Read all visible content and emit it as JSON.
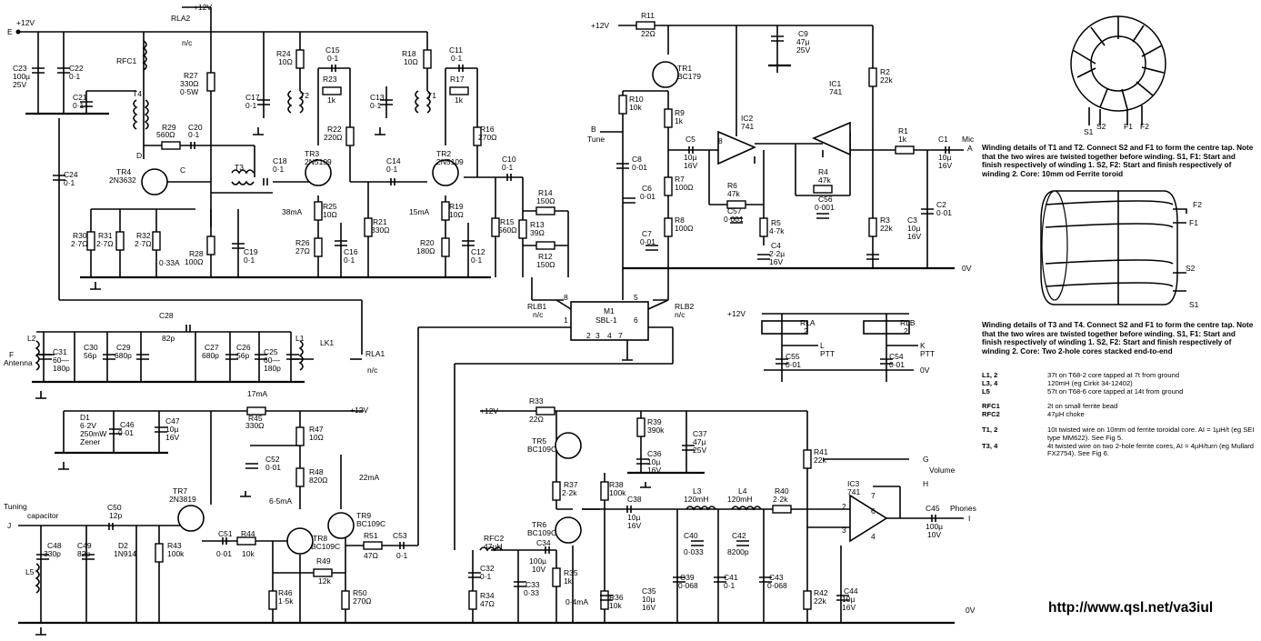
{
  "notes": {
    "fig5_caption": "Winding details of T1 and T2. Connect S2 and F1 to form the centre tap. Note that the two wires are twisted together before winding. S1, F1: Start and finish respectively of winding 1. S2, F2: Start and finish respectively of winding 2. Core: 10mm od Ferrite toroid",
    "fig6_caption": "Winding details of T3 and T4. Connect S2 and F1 to form the centre tap. Note that the two wires are twisted together before winding. S1, F1: Start and finish respectively of winding 1. S2, F2: Start and finish respectively of winding 2. Core: Two 2-hole cores stacked end-to-end",
    "toroid_pins": [
      "S1",
      "S2",
      "F1",
      "F2"
    ],
    "binocular_pins": [
      "F2",
      "F1",
      "S2",
      "S1"
    ]
  },
  "parts": [
    {
      "ref": "L1, 2",
      "desc": "37t on T68-2 core tapped at 7t from ground"
    },
    {
      "ref": "L3, 4",
      "desc": "120mH (eg Cirkit 34-12402)"
    },
    {
      "ref": "L5",
      "desc": "57t on T68-6 core tapped at 14t from ground"
    },
    {
      "ref": "RFC1",
      "desc": "2t on small ferrite bead"
    },
    {
      "ref": "RFC2",
      "desc": "47µH choke"
    },
    {
      "ref": "T1, 2",
      "desc": "10t twisted wire on 10mm od ferrite toroidal core. AI = 1µH/t (eg SEI type MM622). See Fig 5."
    },
    {
      "ref": "T3, 4",
      "desc": "4t twisted wire on two 2-hole ferrite cores, AI = 4µH/turn (eg Mullard FX2754). See Fig 6."
    }
  ],
  "url": "http://www.qsl.net/va3iul",
  "labels": {
    "e12": "E",
    "plus12_e": "+12V",
    "c23": "C23",
    "c23v": "100µ",
    "c23r": "25V",
    "c22": "C22",
    "c22v": "0·1",
    "c21": "C21",
    "c21v": "0·1",
    "rfc1": "RFC1",
    "rla2": "RLA2",
    "nc1": "n/c",
    "plus12_top": "+12V",
    "t4": "T4",
    "r29": "R29",
    "r29v": "560Ω",
    "c20": "C20",
    "c20v": "0·1",
    "r27": "R27",
    "r27v": "330Ω",
    "r27w": "0·5W",
    "d": "D",
    "c": "C",
    "tr4": "TR4",
    "tr4t": "2N3632",
    "c24": "C24",
    "c24v": "0·1",
    "t3": "T3",
    "r30": "R30",
    "r30v": "2·7Ω",
    "r31": "R31",
    "r31v": "2·7Ω",
    "r32": "R32",
    "r32v": "2·7Ω",
    "i033": "0·33A",
    "r28": "R28",
    "r28v": "100Ω",
    "c19": "C19",
    "c19v": "0·1",
    "r24": "R24",
    "r24v": "10Ω",
    "c17": "C17",
    "c17v": "0·1",
    "t2": "T2",
    "c15": "C15",
    "c15v": "0·1",
    "r23": "R23",
    "r23v": "1k",
    "r22": "R22",
    "r22v": "220Ω",
    "c18": "C18",
    "c18v": "0·1",
    "tr3": "TR3",
    "tr3t": "2N5109",
    "i38": "38mA",
    "r25": "R25",
    "r25v": "10Ω",
    "r26": "R26",
    "r26v": "27Ω",
    "c16": "C16",
    "c16v": "0·1",
    "c14": "C14",
    "c14v": "0·1",
    "r21": "R21",
    "r21v": "330Ω",
    "r18": "R18",
    "r18v": "10Ω",
    "c13": "C13",
    "c13v": "0·1",
    "t1": "T1",
    "c11": "C11",
    "c11v": "0·1",
    "r17": "R17",
    "r17v": "1k",
    "r16": "R16",
    "r16v": "270Ω",
    "tr2": "TR2",
    "tr2t": "2N5109",
    "i15": "15mA",
    "r19": "R19",
    "r19v": "10Ω",
    "r20": "R20",
    "r20v": "180Ω",
    "c12": "C12",
    "c12v": "0·1",
    "c10": "C10",
    "c10v": "0·1",
    "r15": "R15",
    "r15v": "560Ω",
    "r14": "R14",
    "r14v": "150Ω",
    "r13": "R13",
    "r13v": "39Ω",
    "r12": "R12",
    "r12v": "150Ω",
    "plus12_r11": "+12V",
    "r11": "R11",
    "r11v": "22Ω",
    "c9": "C9",
    "c9v": "47µ",
    "c9r": "25V",
    "tr1": "TR1",
    "tr1t": "BC179",
    "r10": "R10",
    "r10v": "10k",
    "b": "B",
    "tune": "Tune",
    "r9": "R9",
    "r9v": "1k",
    "c5": "C5",
    "c5v": "10µ",
    "c5r": "16V",
    "ic2": "IC2",
    "ic2t": "741",
    "ic1": "IC1",
    "ic1t": "741",
    "r2": "R2",
    "r2v": "22k",
    "r1": "R1",
    "r1v": "1k",
    "c1": "C1",
    "c1v": "10µ",
    "c1r": "16V",
    "mic": "Mic",
    "mic_a": "A",
    "c8": "C8",
    "c8v": "0·01",
    "r7": "R7",
    "r7v": "100Ω",
    "r6": "R6",
    "r6v": "47k",
    "c57": "C57",
    "c57v": "0·001",
    "r5": "R5",
    "r5v": "4·7k",
    "r4": "R4",
    "r4v": "47k",
    "c56": "C56",
    "c56v": "0·001",
    "c2": "C2",
    "c2v": "0·01",
    "c6": "C6",
    "c6v": "0·01",
    "c7": "C7",
    "c7v": "0·01",
    "r8": "R8",
    "r8v": "100Ω",
    "c4": "C4",
    "c4v": "2·2µ",
    "c4r": "16V",
    "r3": "R3",
    "r3v": "22k",
    "c3": "C3",
    "c3v": "10µ",
    "c3r": "16V",
    "ov1": "0V",
    "rlb1": "RLB1",
    "nc2": "n/c",
    "m1": "M1",
    "m1t": "SBL-1",
    "p8": "8",
    "p5": "5",
    "p1": "1",
    "p6": "6",
    "p2": "2",
    "p3": "3",
    "p4": "4",
    "p7": "7",
    "rlb2": "RLB2",
    "nc3": "n/c",
    "plus12_rl": "+12V",
    "rla": "RLA",
    "rla2v": "2",
    "rlb": "RLB",
    "rlb2v": "2",
    "c55": "C55",
    "c55v": "0·01",
    "l_ptt": "L",
    "ptt1": "PTT",
    "c54": "C54",
    "c54v": "0·01",
    "k_ptt": "K",
    "ptt2": "PTT",
    "ov2": "0V",
    "f_ant": "F",
    "antenna": "Antenna",
    "l2": "L2",
    "c31": "C31",
    "c31v": "60—",
    "c31r": "180p",
    "c30": "C30",
    "c30v": "56p",
    "c28": "C28",
    "c28v": "82p",
    "c29": "C29",
    "c29v": "680p",
    "c27": "C27",
    "c27v": "680p",
    "c26": "C26",
    "c26v": "56p",
    "c25": "C25",
    "c25v": "60—",
    "c25r": "180p",
    "l1": "L1",
    "lk1": "LK1",
    "rla1": "RLA1",
    "nc4": "n/c",
    "d1": "D1",
    "d1v": "6·2V",
    "d1w": "250mW",
    "d1t": "Zener",
    "c46": "C46",
    "c46v": "0·01",
    "c47": "C47",
    "c47v": "10µ",
    "c47r": "16V",
    "i17": "17mA",
    "r45": "R45",
    "r45v": "330Ω",
    "plus12_r45": "+12V",
    "r47": "R47",
    "r47v": "10Ω",
    "c52": "C52",
    "c52v": "0·01",
    "r48": "R48",
    "r48v": "820Ω",
    "i22": "22mA",
    "i65": "6·5mA",
    "tr9": "TR9",
    "tr9t": "BC109C",
    "tr7": "TR7",
    "tr7t": "2N3819",
    "tuning": "Tuning",
    "capacitor": "capacitor",
    "j": "J",
    "c50": "C50",
    "c50v": "12p",
    "c51": "C51",
    "c51v": "0·01",
    "r44": "R44",
    "r44v": "10k",
    "tr8": "TR8",
    "tr8t": "BC109C",
    "r51": "R51",
    "r51v": "47Ω",
    "c53": "C53",
    "c53v": "0·1",
    "r49": "R49",
    "r49v": "12k",
    "c48": "C48",
    "c48v": "330p",
    "c49": "C49",
    "c49v": "82p",
    "d2": "D2",
    "d2t": "1N914",
    "r43": "R43",
    "r43v": "100k",
    "l5": "L5",
    "r46": "R46",
    "r46v": "1·5k",
    "r50": "R50",
    "r50v": "270Ω",
    "plus12_r33": "+12V",
    "r33": "R33",
    "r33v": "22Ω",
    "tr5": "TR5",
    "tr5t": "BC109C",
    "r39": "R39",
    "r39v": "390k",
    "c37": "C37",
    "c37v": "47µ",
    "c37r": "25V",
    "c36": "C36",
    "c36v": "10µ",
    "c36r": "16V",
    "r37": "R37",
    "r37v": "2·2k",
    "r38": "R38",
    "r38v": "100k",
    "c38": "C38",
    "c38v": "10µ",
    "c38r": "16V",
    "l3": "L3",
    "l3v": "120mH",
    "l4": "L4",
    "l4v": "120mH",
    "r40": "R40",
    "r40v": "2·2k",
    "r41": "R41",
    "r41v": "22k",
    "ic3": "IC3",
    "ic3t": "741",
    "g_vol": "G",
    "volume": "Volume",
    "h": "H",
    "c45": "C45",
    "c45v": "100µ",
    "c45r": "10V",
    "phones": "Phones",
    "phones_i": "I",
    "tr6": "TR6",
    "tr6t": "BC109C",
    "rfc2": "RFC2",
    "rfc2v": "47µH",
    "c34": "C34",
    "c34v": "100µ",
    "c34r": "10V",
    "c40": "C40",
    "c40v": "0·033",
    "c42": "C42",
    "c42v": "8200p",
    "c32": "C32",
    "c32v": "0·1",
    "c33": "C33",
    "c33v": "0·33",
    "r35": "R35",
    "r35v": "1k",
    "r36": "R36",
    "r36v": "10k",
    "c35": "C35",
    "c35v": "10µ",
    "c35r": "16V",
    "c39": "C39",
    "c39v": "0·068",
    "c41": "C41",
    "c41v": "0·1",
    "c43": "C43",
    "c43v": "0·068",
    "r42": "R42",
    "r42v": "22k",
    "c44": "C44",
    "c44v": "10µ",
    "c44r": "16V",
    "r34": "R34",
    "r34v": "47Ω",
    "i04": "0·4mA",
    "ov3": "0V",
    "pin2": "2",
    "pin3": "3",
    "pin6": "6",
    "pin4": "4",
    "pin7": "7",
    "pin8": "8"
  }
}
